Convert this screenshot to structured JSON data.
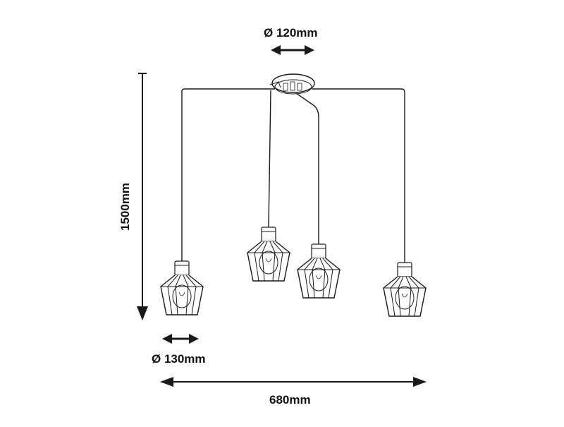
{
  "dimensions": {
    "canopy_diameter": "Ø 120mm",
    "shade_diameter": "Ø 130mm",
    "total_width": "680mm",
    "total_height": "1500mm"
  },
  "pendant_count": 4,
  "colors": {
    "line": "#1a1a1a",
    "background": "#ffffff"
  }
}
